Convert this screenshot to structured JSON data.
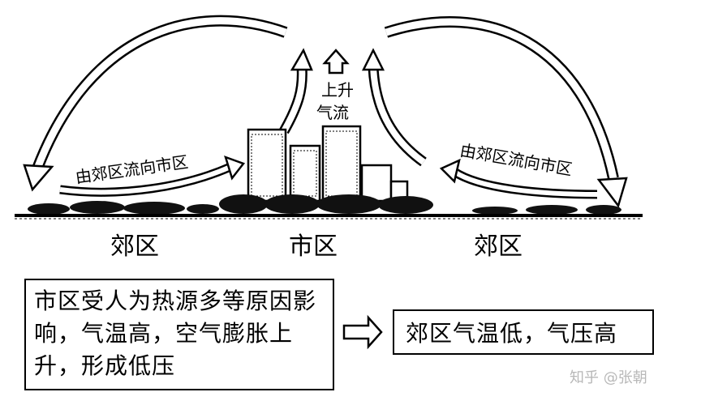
{
  "labels": {
    "suburb_left": "郊区",
    "city": "市区",
    "suburb_right": "郊区",
    "inflow_left": "由郊区流向市区",
    "inflow_right": "由郊区流向市区",
    "updraft_line1": "上升",
    "updraft_line2": "气流"
  },
  "cause_box": {
    "text": "市区受人为热源多等原因影响，气温高，空气膨胀上升，形成低压"
  },
  "result_box": {
    "text": "郊区气温低，气压高"
  },
  "watermark": {
    "text": "知乎 @张朝"
  }
}
